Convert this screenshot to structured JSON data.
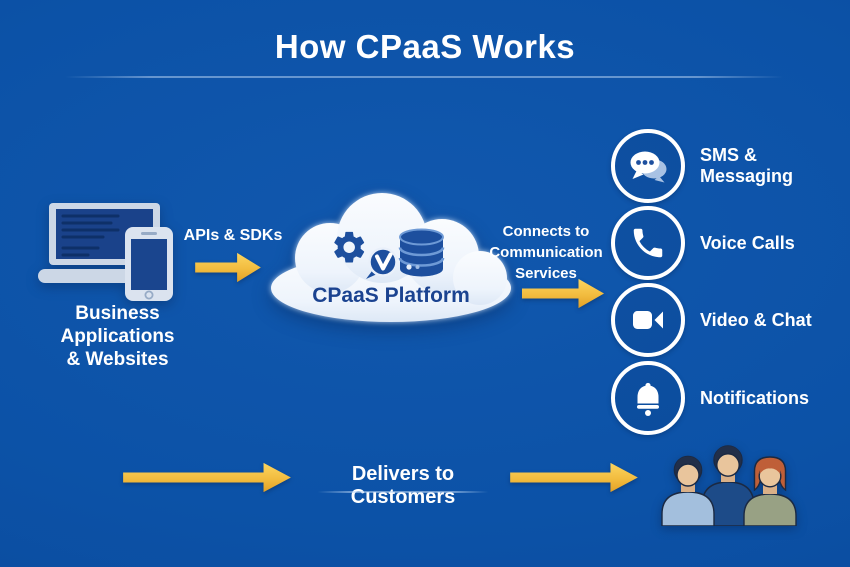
{
  "title": "How CPaaS Works",
  "left_source": {
    "label": "Business\nApplications\n& Websites"
  },
  "api_flow": {
    "label": "APIs & SDKs"
  },
  "cloud": {
    "label": "CPaaS Platform"
  },
  "connect_flow": {
    "label": "Connects to\nCommunication\nServices"
  },
  "services": [
    {
      "icon": "chat-bubbles-icon",
      "label": "SMS &\nMessaging"
    },
    {
      "icon": "phone-handset-icon",
      "label": "Voice Calls"
    },
    {
      "icon": "video-camera-icon",
      "label": "Video & Chat"
    },
    {
      "icon": "bell-icon",
      "label": "Notifications"
    }
  ],
  "delivery_flow": {
    "label": "Delivers to Customers"
  },
  "icons": {
    "source": "laptop-and-phone-icon",
    "platform": "cloud-icon",
    "platform_inner": [
      "gear-icon",
      "check-badge-icon",
      "database-icon"
    ],
    "customers": "people-group-icon",
    "flow": "yellow-arrow-icon"
  },
  "colors": {
    "background": "#0C52A7",
    "accent_yellow": "#F2C04A",
    "dark_blue": "#1D4F9E",
    "cloud_white": "#F3F7FD",
    "text_white": "#FFFFFF"
  }
}
